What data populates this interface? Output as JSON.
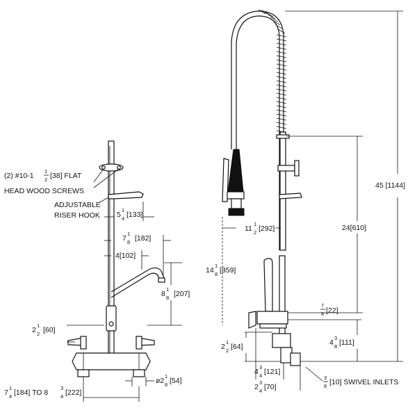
{
  "screws_note": {
    "line1_prefix": "(2) #10-1",
    "line1_frac_num": "1",
    "line1_frac_den": "2",
    "line1_suffix": "[38] FLAT",
    "line2": "HEAD WOOD SCREWS"
  },
  "riser_hook_note": {
    "line1": "ADJUSTABLE",
    "line2": "RISER HOOK"
  },
  "dims_left": {
    "hook_offset": {
      "whole": "5",
      "num": "1",
      "den": "4",
      "metric": "[133]"
    },
    "spout_reach": {
      "whole": "7",
      "num": "1",
      "den": "8",
      "metric": "[182]"
    },
    "spout_center": {
      "text": "4[102]"
    },
    "spout_height": {
      "whole": "8",
      "num": "1",
      "den": "8",
      "metric": "[207]"
    },
    "valve_height": {
      "whole": "2",
      "num": "1",
      "den": "2",
      "metric": "[60]"
    },
    "inlet_dia": {
      "prefix": "ø2",
      "num": "1",
      "den": "8",
      "metric": "[54]"
    },
    "centers": {
      "whole1": "7",
      "num1": "1",
      "den1": "4",
      "mid": "[184] TO 8",
      "num2": "3",
      "den2": "4",
      "metric2": "[222]"
    }
  },
  "dims_right": {
    "overall_height": {
      "text": "45 [1144]"
    },
    "riser_length": {
      "text": "24[610]"
    },
    "head_reach": {
      "whole": "11",
      "num": "1",
      "den": "2",
      "metric": "[292]"
    },
    "head_height": {
      "whole": "14",
      "num": "1",
      "den": "8",
      "metric": "[359]"
    },
    "collar": {
      "num": "7",
      "den": "8",
      "metric": "[22]"
    },
    "body_height": {
      "whole": "4",
      "num": "3",
      "den": "8",
      "metric": "[111]"
    },
    "base_height": {
      "whole": "2",
      "num": "1",
      "den": "2",
      "metric": "[64]"
    },
    "body_reach": {
      "whole": "4",
      "num": "3",
      "den": "4",
      "metric": "[121]"
    },
    "inlet_offset": {
      "whole": "2",
      "num": "3",
      "den": "4",
      "metric": "[70]"
    },
    "swivel": {
      "num": "3",
      "den": "8",
      "metric": "[10] SWIVEL INLETS"
    }
  }
}
